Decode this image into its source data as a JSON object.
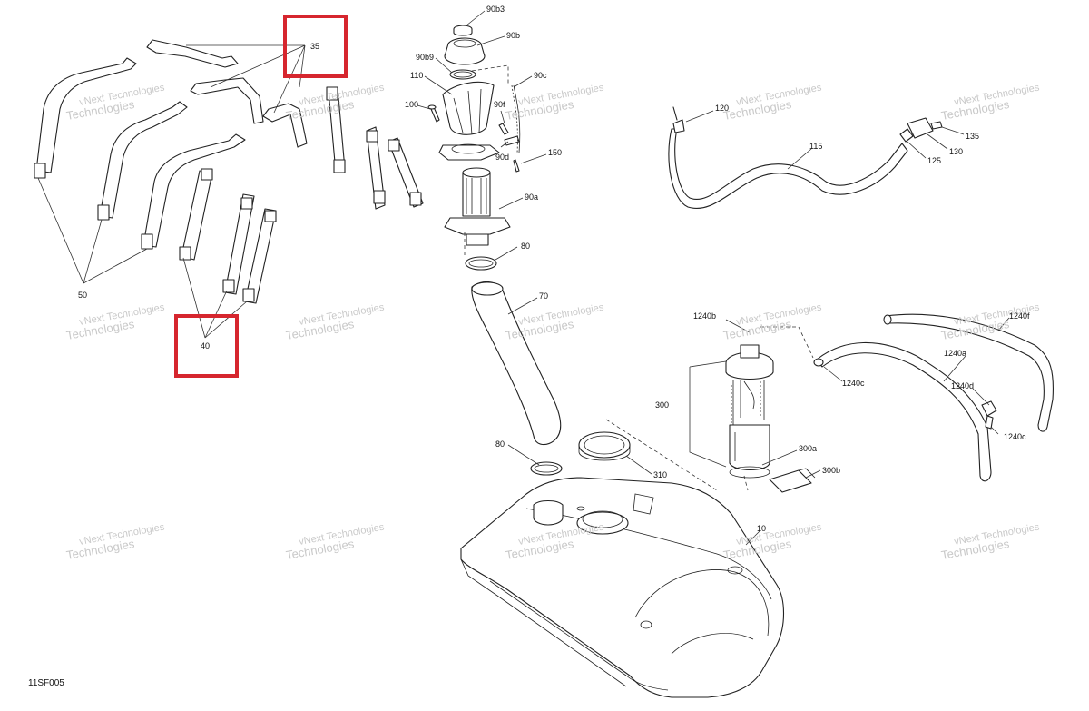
{
  "diagram": {
    "drawing_code": "11SF005",
    "watermark_line1": "vNext Technologies",
    "watermark_line2": "Technologies",
    "callouts": {
      "c35": "35",
      "c40": "40",
      "c50": "50",
      "c90b3": "90b3",
      "c90b": "90b",
      "c90b9": "90b9",
      "c110": "110",
      "c100": "100",
      "c90c": "90c",
      "c90f": "90f",
      "c90d": "90d",
      "c150": "150",
      "c90a": "90a",
      "c80a": "80",
      "c70": "70",
      "c80b": "80",
      "c310": "310",
      "c10": "10",
      "c120": "120",
      "c115": "115",
      "c130": "130",
      "c135": "135",
      "c125": "125",
      "c1240b": "1240b",
      "c300": "300",
      "c300a": "300a",
      "c300b": "300b",
      "c1240c1": "1240c",
      "c1240f": "1240f",
      "c1240a": "1240a",
      "c1240d": "1240d",
      "c1240c2": "1240c"
    },
    "highlight_color": "#d6262e"
  }
}
